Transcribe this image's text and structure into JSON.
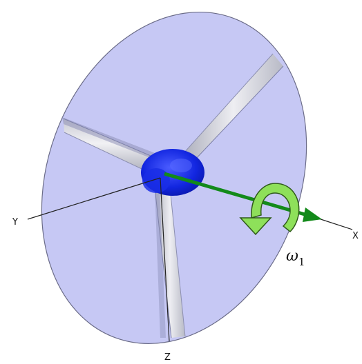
{
  "labels": {
    "x_axis": "X",
    "y_axis": "Y",
    "z_axis": "Z",
    "omega_symbol": "ω",
    "omega_subscript": "1"
  },
  "colors": {
    "rotor_disc": "#c6c8f4",
    "disc_outline": "#6b6c88",
    "hub": "#1a2ee6",
    "blade": "#e3e4ea",
    "rotation_axis": "#138a1a",
    "rotation_arrow": "#8ee05a",
    "axis_line": "#222222"
  }
}
